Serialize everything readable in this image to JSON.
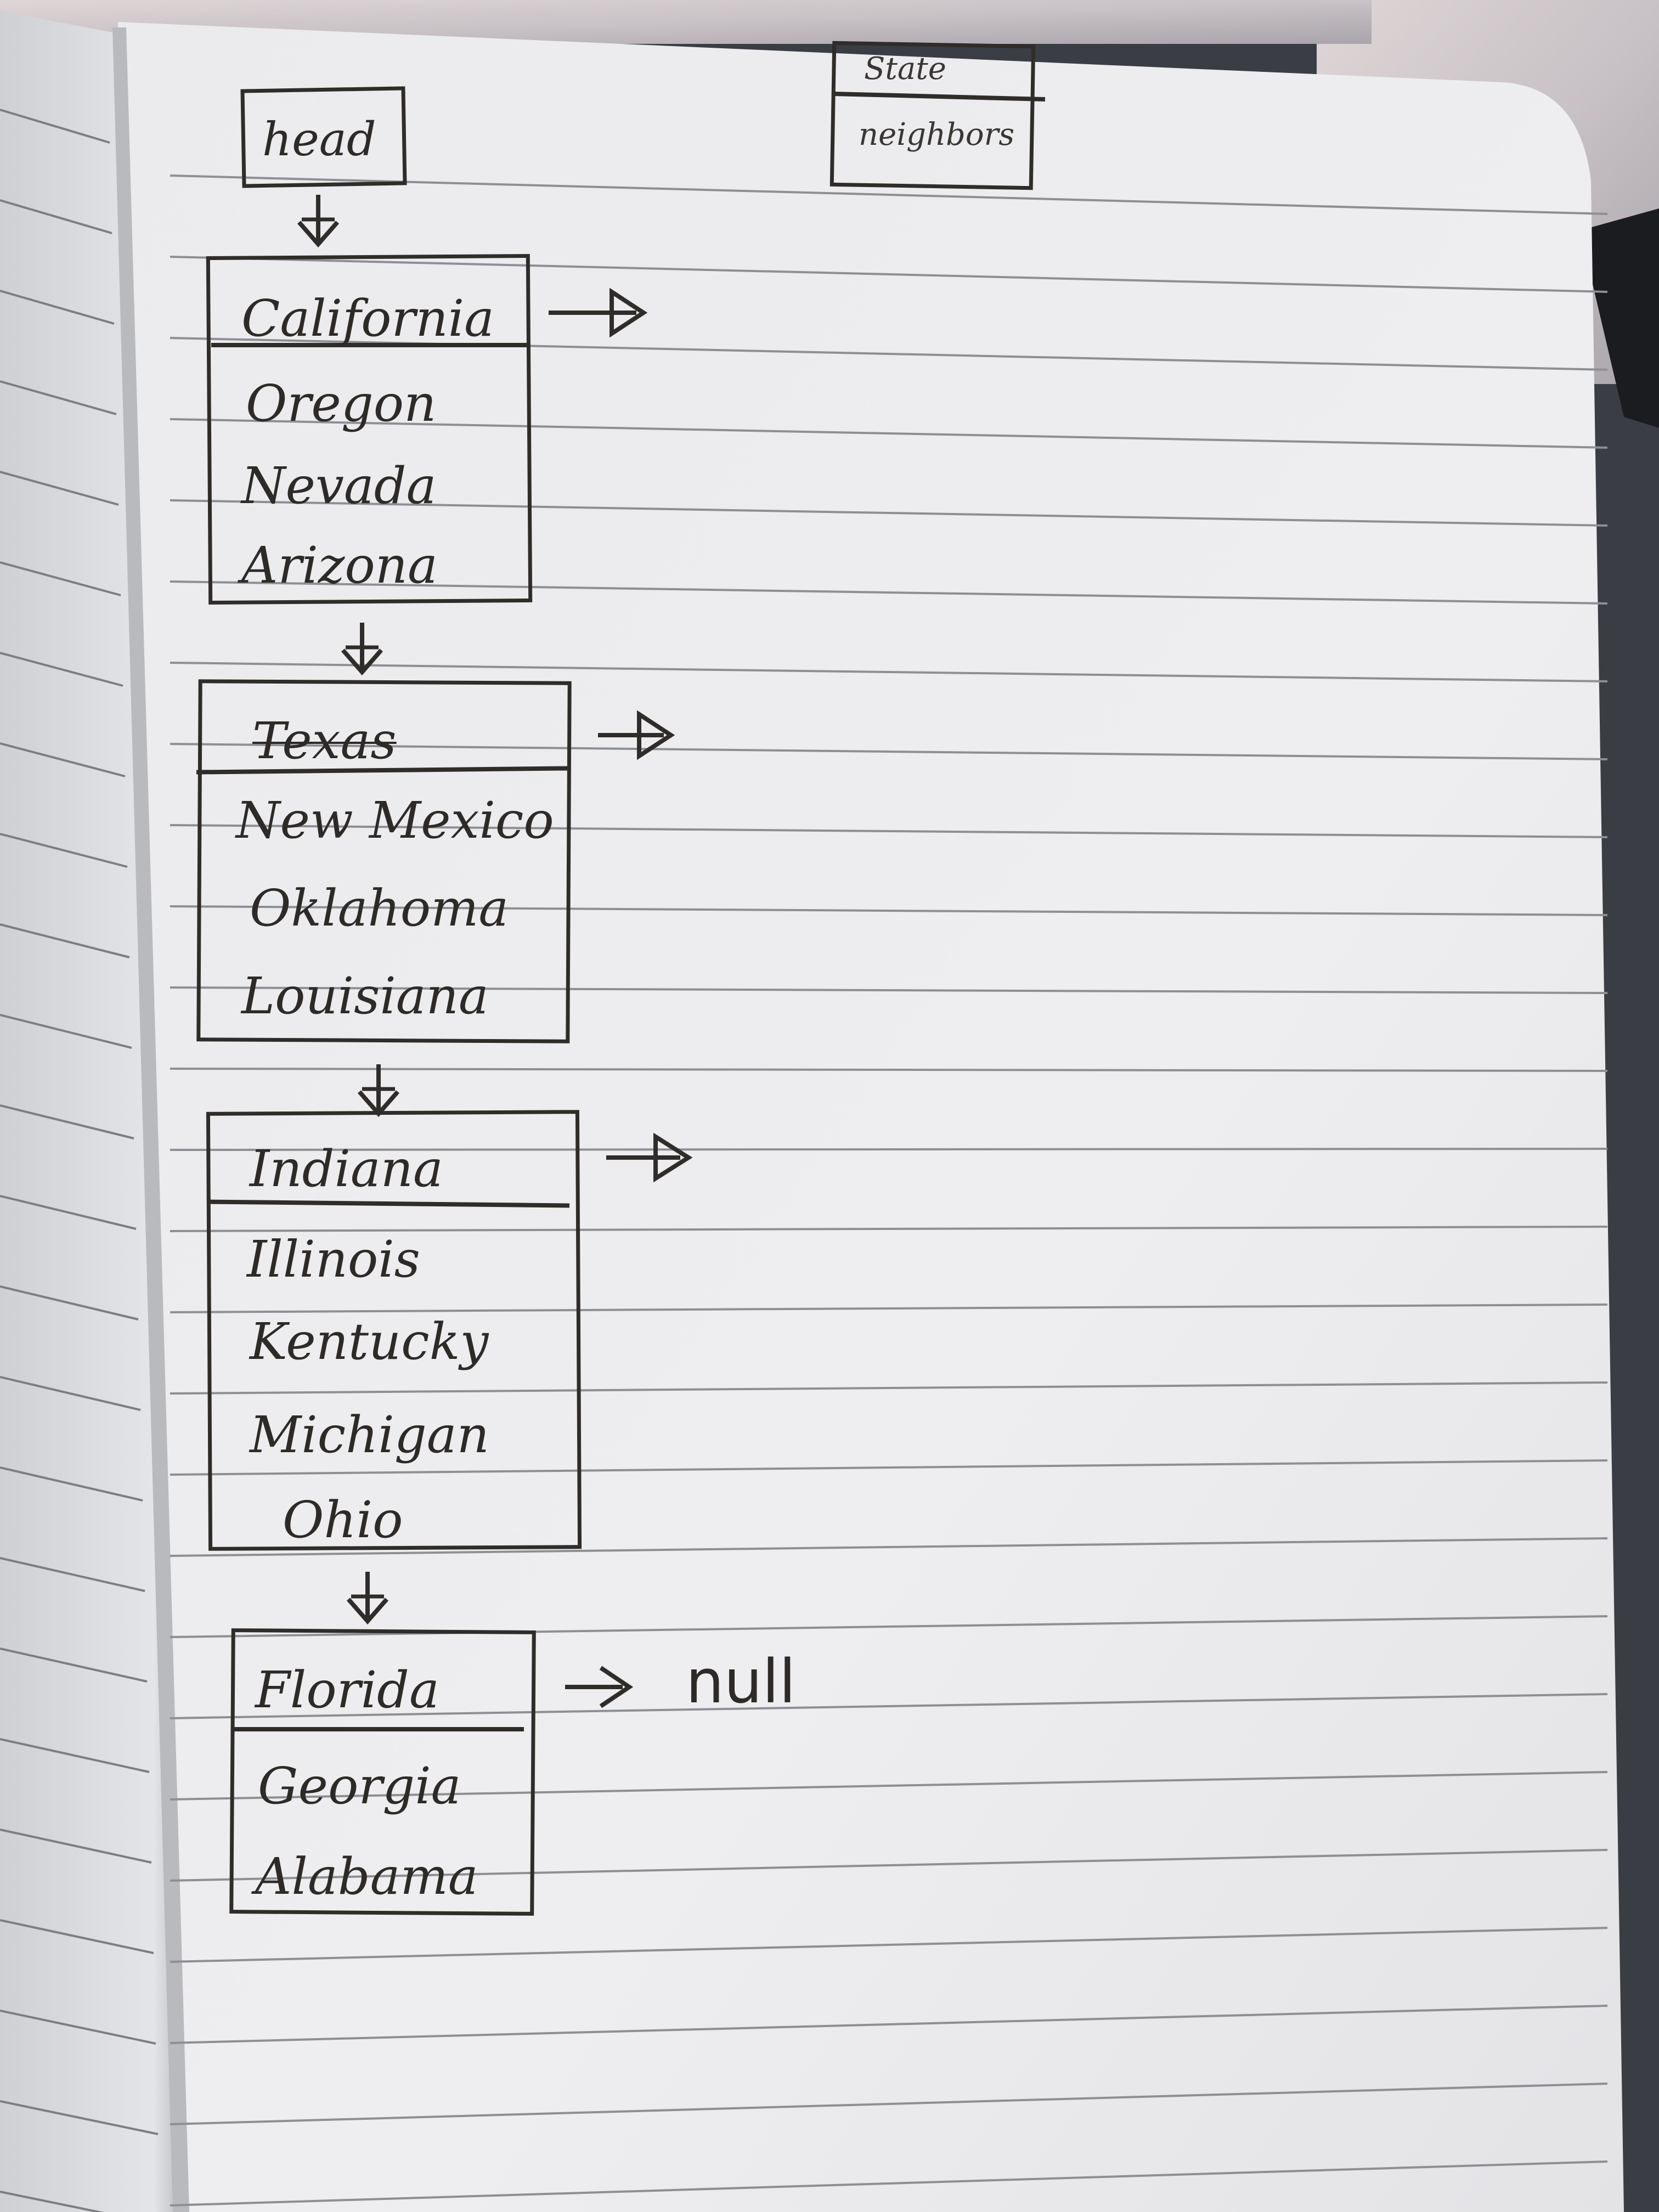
{
  "legend": {
    "top_label": "State",
    "bottom_label": "neighbors"
  },
  "head": {
    "label": "head"
  },
  "nodes": [
    {
      "state": "California",
      "neighbors": [
        "Oregon",
        "Nevada",
        "Arizona"
      ]
    },
    {
      "state": "Texas",
      "neighbors": [
        "New Mexico",
        "Oklahoma",
        "Louisiana"
      ]
    },
    {
      "state": "Indiana",
      "neighbors": [
        "Illinois",
        "Kentucky",
        "Michigan",
        "Ohio"
      ]
    },
    {
      "state": "Florida",
      "neighbors": [
        "Georgia",
        "Alabama"
      ]
    }
  ],
  "terminal": {
    "label": "null"
  },
  "colors": {
    "ink": "#2d2a27",
    "paper": "#eeeeef",
    "rule_line": "#8e8f94",
    "spine": "#c9cacd",
    "backdrop": "#3a3d44"
  }
}
